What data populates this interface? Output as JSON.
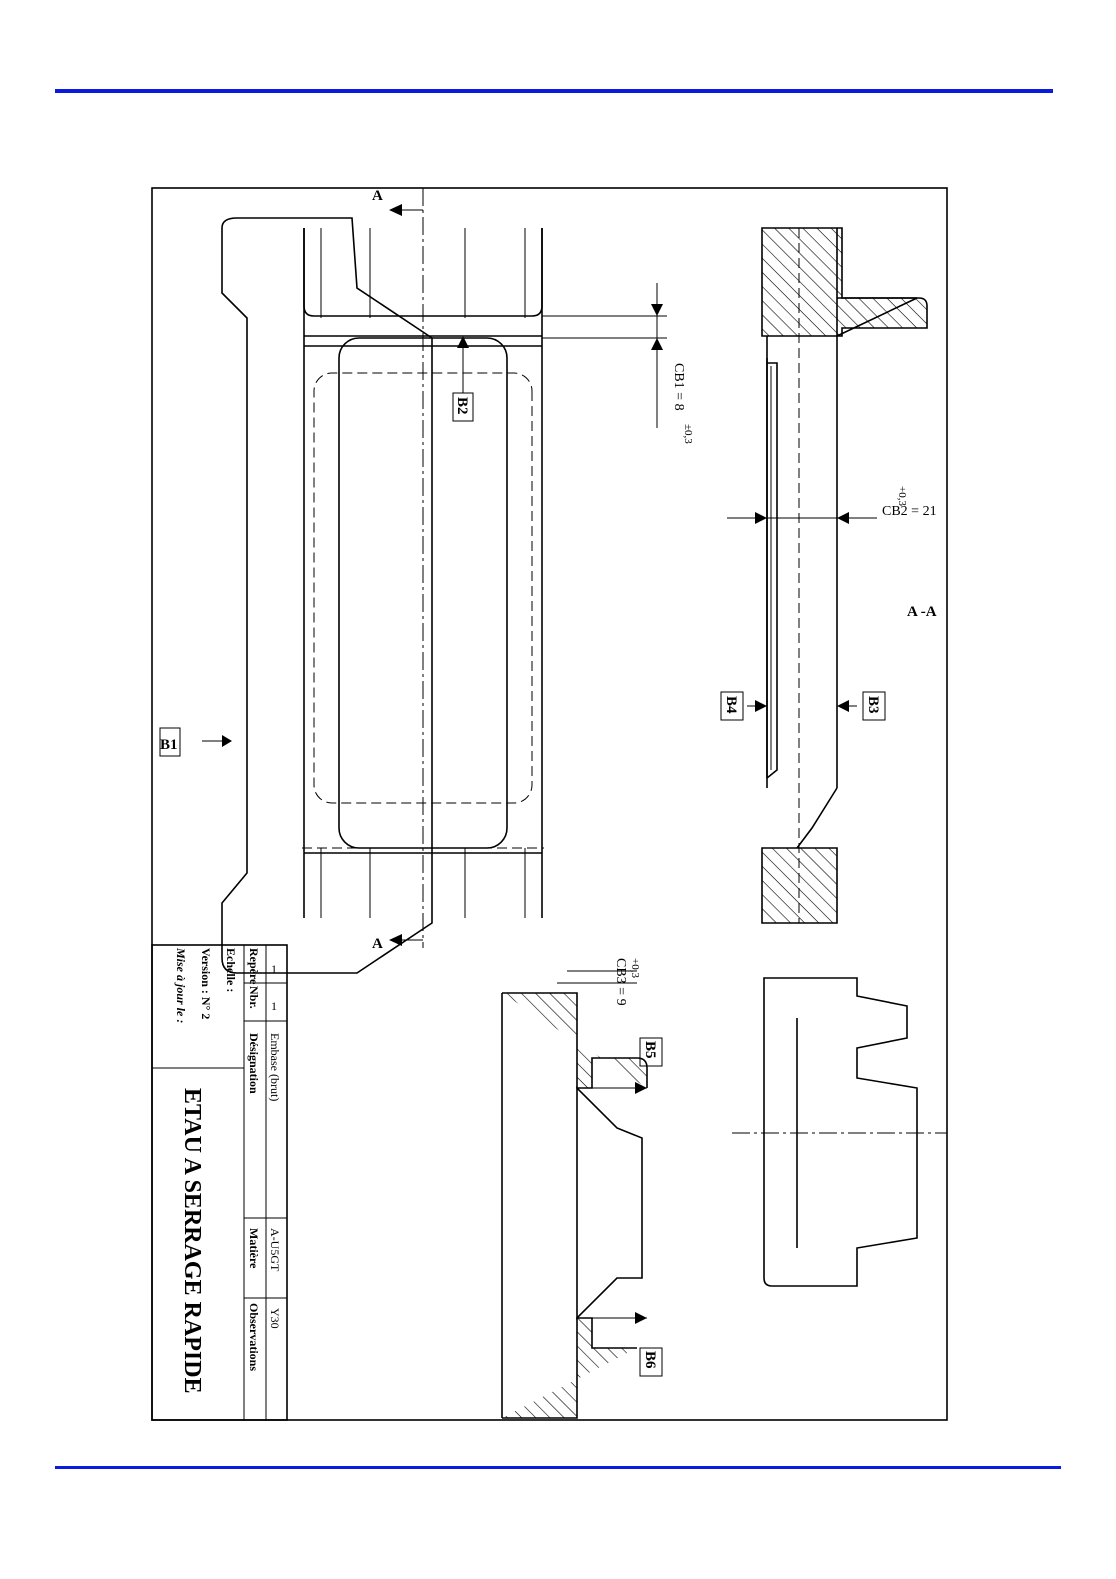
{
  "drawing": {
    "section_marker": "A",
    "section_title": "A -A",
    "refs": {
      "b1": "B1",
      "b2": "B2",
      "b3": "B3",
      "b4": "B4",
      "b5": "B5",
      "b6": "B6"
    },
    "dims": {
      "cb1": {
        "label": "CB1 = 8",
        "tol": "±0,3"
      },
      "cb2": {
        "label": "CB2 = 21",
        "tol": "+0,3"
      },
      "cb3": {
        "label": "CB3 = 9",
        "tol": "+0,3"
      }
    }
  },
  "title_block": {
    "row1": {
      "repere": "1",
      "nbr": "1",
      "designation": "Embase  (brut)",
      "matiere": "A-U5GT",
      "observations": "Y30"
    },
    "headers": {
      "repere": "Repère",
      "nbr": "Nbr.",
      "designation": "Désignation",
      "matiere": "Matière",
      "observations": "Observations"
    },
    "echelle": "Echelle :",
    "version": "Version : N° 2",
    "mise_a_jour": "Mise à jour le :",
    "title": "ETAU A SERRAGE RAPIDE"
  }
}
